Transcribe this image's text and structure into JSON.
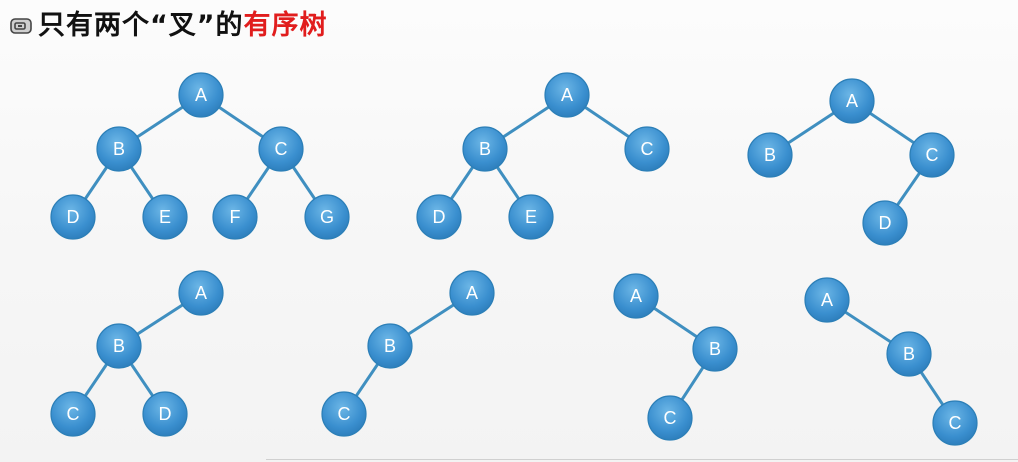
{
  "title": {
    "main": "只有两个“叉”的",
    "accent": "有序树",
    "icon": "slide-bullet-icon",
    "accent_color": "#e11d1d"
  },
  "colors": {
    "node_fill": "#3a8fcf",
    "node_light": "#63b1e3",
    "edge": "#3f8fc0"
  },
  "trees": [
    {
      "id": "tree-1",
      "nodes": [
        "A",
        "B",
        "C",
        "D",
        "E",
        "F",
        "G"
      ],
      "edges": [
        [
          "A",
          "B"
        ],
        [
          "A",
          "C"
        ],
        [
          "B",
          "D"
        ],
        [
          "B",
          "E"
        ],
        [
          "C",
          "F"
        ],
        [
          "C",
          "G"
        ]
      ]
    },
    {
      "id": "tree-2",
      "nodes": [
        "A",
        "B",
        "C",
        "D",
        "E"
      ],
      "edges": [
        [
          "A",
          "B"
        ],
        [
          "A",
          "C"
        ],
        [
          "B",
          "D"
        ],
        [
          "B",
          "E"
        ]
      ]
    },
    {
      "id": "tree-3",
      "nodes": [
        "A",
        "B",
        "C",
        "D"
      ],
      "edges": [
        [
          "A",
          "B"
        ],
        [
          "A",
          "C"
        ],
        [
          "C",
          "D"
        ]
      ]
    },
    {
      "id": "tree-4",
      "nodes": [
        "A",
        "B",
        "C",
        "D"
      ],
      "edges": [
        [
          "A",
          "B"
        ],
        [
          "B",
          "C"
        ],
        [
          "B",
          "D"
        ]
      ]
    },
    {
      "id": "tree-5",
      "nodes": [
        "A",
        "B",
        "C"
      ],
      "edges": [
        [
          "A",
          "B"
        ],
        [
          "B",
          "C"
        ]
      ]
    },
    {
      "id": "tree-6",
      "nodes": [
        "A",
        "B",
        "C"
      ],
      "edges": [
        [
          "A",
          "B"
        ],
        [
          "B",
          "C"
        ]
      ]
    },
    {
      "id": "tree-7",
      "nodes": [
        "A",
        "B",
        "C"
      ],
      "edges": [
        [
          "A",
          "B"
        ],
        [
          "B",
          "C"
        ]
      ]
    }
  ]
}
